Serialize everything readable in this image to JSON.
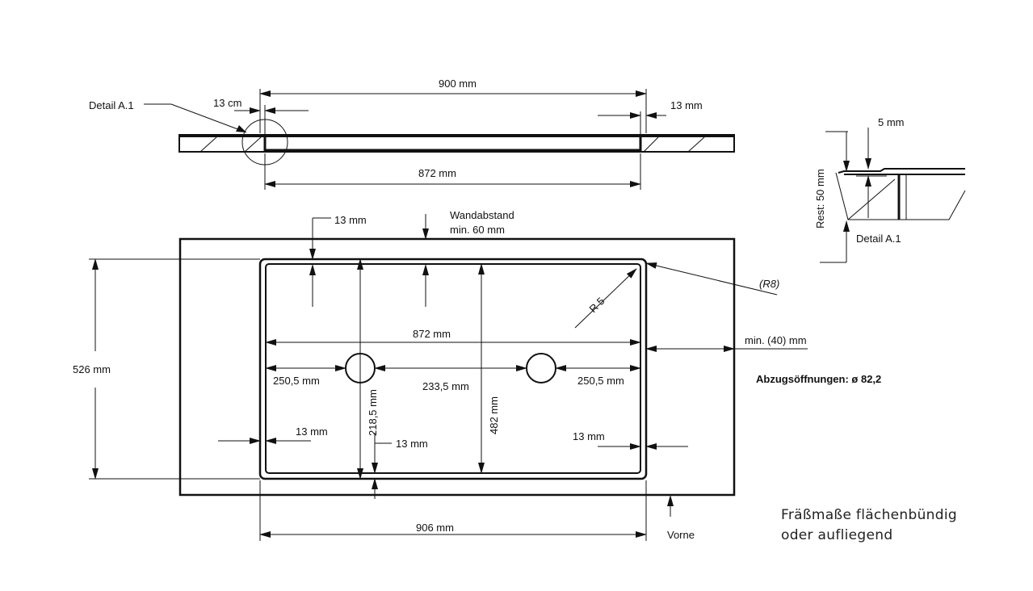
{
  "top_view": {
    "detail_label": "Detail A.1",
    "width_total": "900 mm",
    "offset_left": "13 cm",
    "offset_right": "13 mm",
    "width_inner": "872 mm"
  },
  "detail_view": {
    "depth_label": "5 mm",
    "rest_label": "Rest: 50 mm",
    "detail_label": "Detail A.1"
  },
  "plan_view": {
    "top_margin": "13 mm",
    "wall_label_line1": "Wandabstand",
    "wall_label_line2": "min. 60 mm",
    "corner_radius": "(R8)",
    "inner_radius": "R 5",
    "width_inner": "872 mm",
    "side_min": "min. (40) mm",
    "left_offset": "250,5 mm",
    "center_distance": "233,5 mm",
    "right_offset": "250,5 mm",
    "drain_label": "Abzugsöffnungen: ø 82,2",
    "height_total": "526 mm",
    "drain_depth": "218,5 mm",
    "inner_depth": "482 mm",
    "left_margin": "13 mm",
    "right_margin": "13 mm",
    "bottom_margin": "13 mm",
    "width_outer": "906 mm",
    "front_label": "Vorne"
  },
  "note": {
    "line1": "Fräßmaße flächenbündig",
    "line2": "oder aufliegend"
  }
}
